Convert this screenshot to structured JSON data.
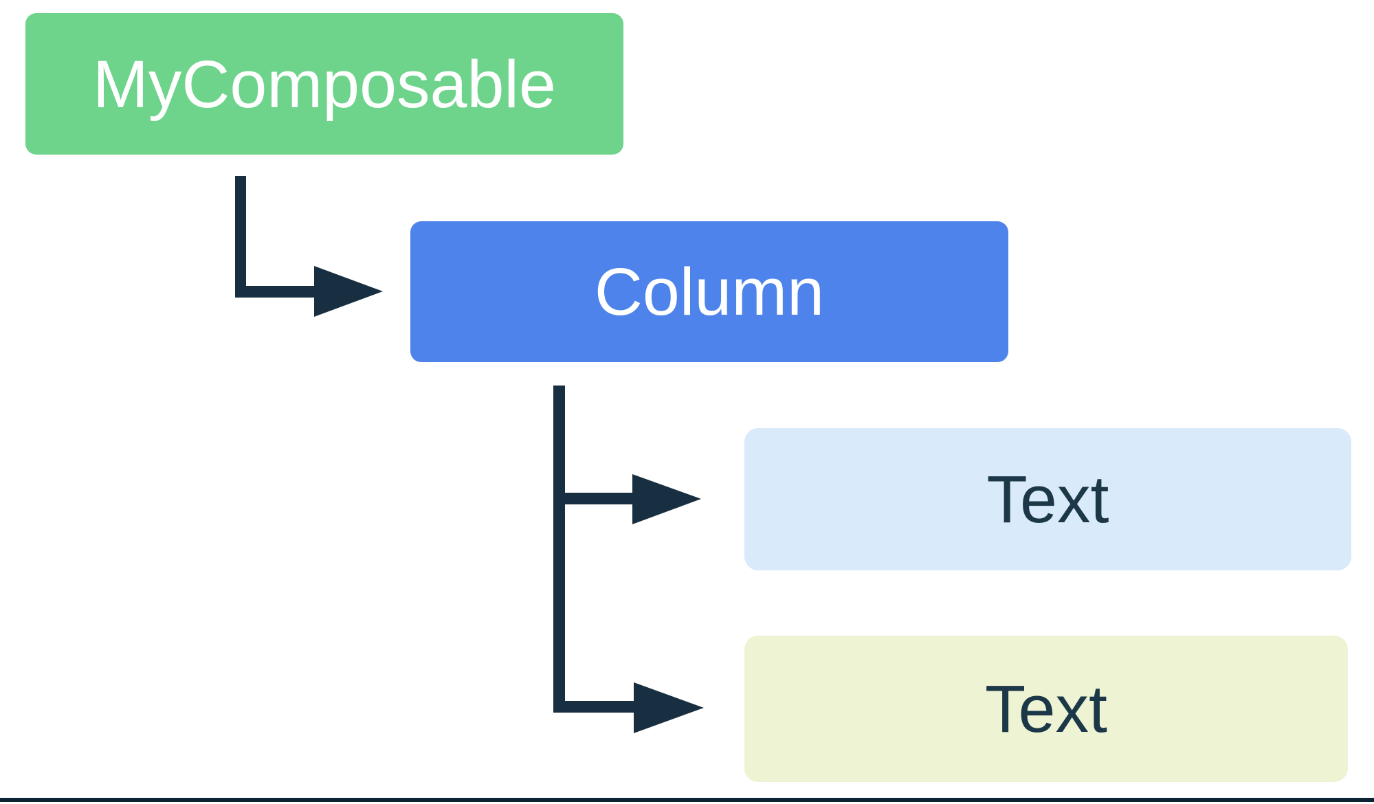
{
  "diagram": {
    "type": "ui-tree",
    "nodes": [
      {
        "id": "mycomposable",
        "label": "MyComposable",
        "fill": "#6ED38B",
        "text_color": "#FFFFFF"
      },
      {
        "id": "column",
        "label": "Column",
        "fill": "#4D83EB",
        "text_color": "#FFFFFF"
      },
      {
        "id": "text-1",
        "label": "Text",
        "fill": "#D9EAFB",
        "text_color": "#1C3848"
      },
      {
        "id": "text-2",
        "label": "Text",
        "fill": "#EEF3D3",
        "text_color": "#1C3848"
      }
    ],
    "edges": [
      {
        "from": "mycomposable",
        "to": "column"
      },
      {
        "from": "column",
        "to": "text-1"
      },
      {
        "from": "column",
        "to": "text-2"
      }
    ],
    "colors": {
      "arrow": "#172F40",
      "bottom_border": "#0D2233",
      "background": "#FFFFFF"
    }
  }
}
